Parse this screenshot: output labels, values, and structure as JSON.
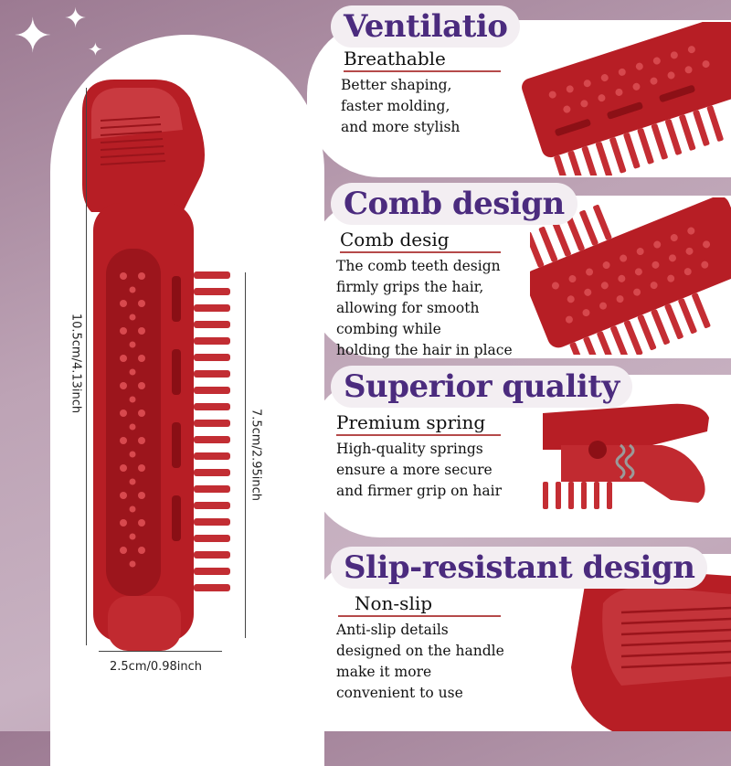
{
  "colors": {
    "product_red": "#c0262d",
    "product_dark": "#8e1118",
    "title_purple": "#4b2b7e",
    "underline": "#b54a4a"
  },
  "dimensions": {
    "height_total": "10.5cm/4.13inch",
    "comb_length": "7.5cm/2.95inch",
    "width": "2.5cm/0.98inch"
  },
  "features": [
    {
      "title": "Ventilatio",
      "subtitle": "Breathable",
      "lines": [
        "Better shaping,",
        "faster molding,",
        "and more stylish"
      ]
    },
    {
      "title": "Comb design",
      "subtitle": "Comb desig",
      "lines": [
        "The comb teeth design",
        "firmly grips the hair,",
        "allowing for smooth",
        "combing while",
        "holding the hair in place"
      ]
    },
    {
      "title": "Superior quality",
      "subtitle": "Premium spring",
      "lines": [
        "High-quality springs",
        "ensure a more secure",
        "and firmer grip on hair"
      ]
    },
    {
      "title": "Slip-resistant design",
      "subtitle": "Non-slip",
      "lines": [
        "Anti-slip details",
        "designed on the handle",
        "make it more",
        "convenient to use"
      ]
    }
  ],
  "icons": [
    "sparkle-icon"
  ]
}
